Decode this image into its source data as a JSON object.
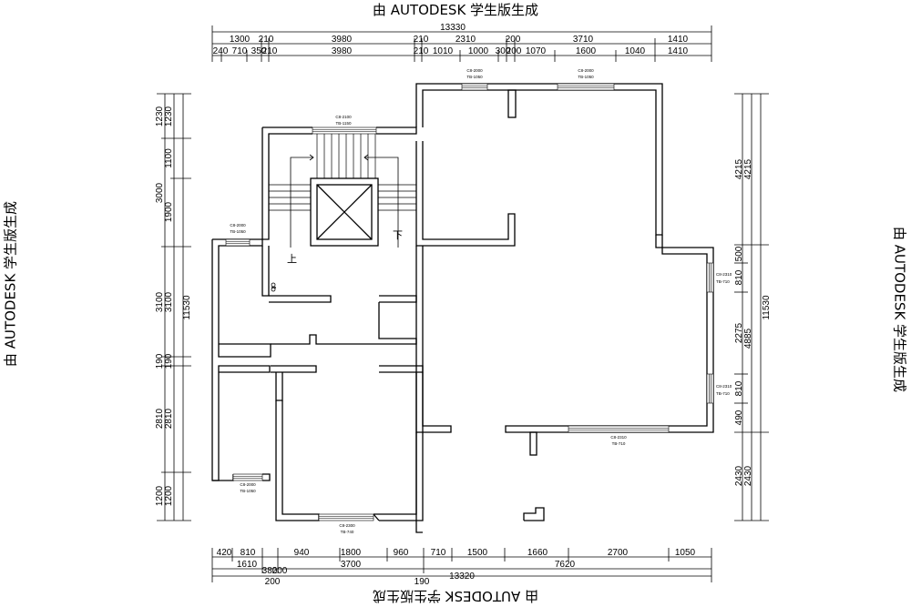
{
  "watermarks": {
    "top": "由 AUTODESK 学生版生成",
    "bottom": "由 AUTODESK 学生版生成",
    "left": "由 AUTODESK 学生版生成",
    "right": "由 AUTODESK 学生版生成"
  },
  "dims": {
    "top_total": "13330",
    "top_row1": [
      "1300",
      "210",
      "3980",
      "210",
      "2310",
      "200",
      "3710",
      "1410"
    ],
    "top_row2": [
      "240",
      "710",
      "350",
      "210",
      "3980",
      "210",
      "1010",
      "1000",
      "300",
      "200",
      "1070",
      "1600",
      "1040",
      "1410"
    ],
    "bottom_total": "13320",
    "bottom_row1": [
      "420",
      "810",
      "940",
      "1800",
      "960",
      "710",
      "1500",
      "1660",
      "2700",
      "1050"
    ],
    "bottom_row2": [
      "1610",
      "380",
      "200",
      "3700",
      "7620"
    ],
    "bottom_row3": [
      "200",
      "190"
    ],
    "left_total": "11530",
    "left_row1": [
      "1230",
      "3000",
      "3100",
      "190",
      "2810",
      "1200"
    ],
    "left_row2": [
      "1230",
      "1100",
      "1900",
      "3100",
      "190",
      "2810",
      "1200"
    ],
    "right_total": "11530",
    "right_row1": [
      "4215",
      "4885",
      "2430"
    ],
    "right_row2": [
      "4215",
      "500",
      "810",
      "2275",
      "810",
      "490",
      "2430"
    ]
  },
  "windows": {
    "w1": [
      "C8-2000",
      "TB-1050"
    ],
    "w2": [
      "C8-2000",
      "TB-1050"
    ],
    "w3": [
      "C8-2100",
      "TB-1150"
    ],
    "w4": [
      "C8-2000",
      "TB-1050"
    ],
    "w5": [
      "C8-2310",
      "TB-710"
    ],
    "w6": [
      "C8-2310",
      "TB-710"
    ],
    "w7": [
      "C8-2310",
      "TB-710"
    ],
    "w8": [
      "C8-2000",
      "TB-1050"
    ],
    "w9": [
      "C8-2300",
      "TB-740"
    ]
  },
  "stairs": {
    "up": "上",
    "down": "下"
  }
}
